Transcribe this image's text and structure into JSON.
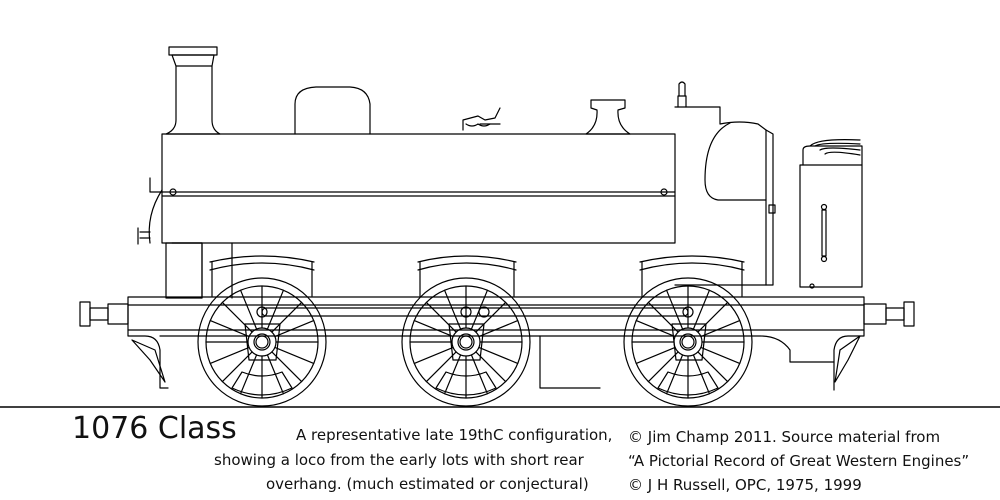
{
  "caption": {
    "class_name": "1076 Class",
    "description": [
      "A representative late 19thC configuration,",
      "showing a loco from the early lots with short rear",
      "overhang. (much estimated or conjectural)"
    ],
    "credits": [
      "© Jim Champ 2011. Source material from",
      "“A Pictorial Record of Great Western Engines”",
      "© J H Russell, OPC, 1975, 1999"
    ]
  },
  "colors": {
    "line": "#000000",
    "background": "#ffffff"
  }
}
